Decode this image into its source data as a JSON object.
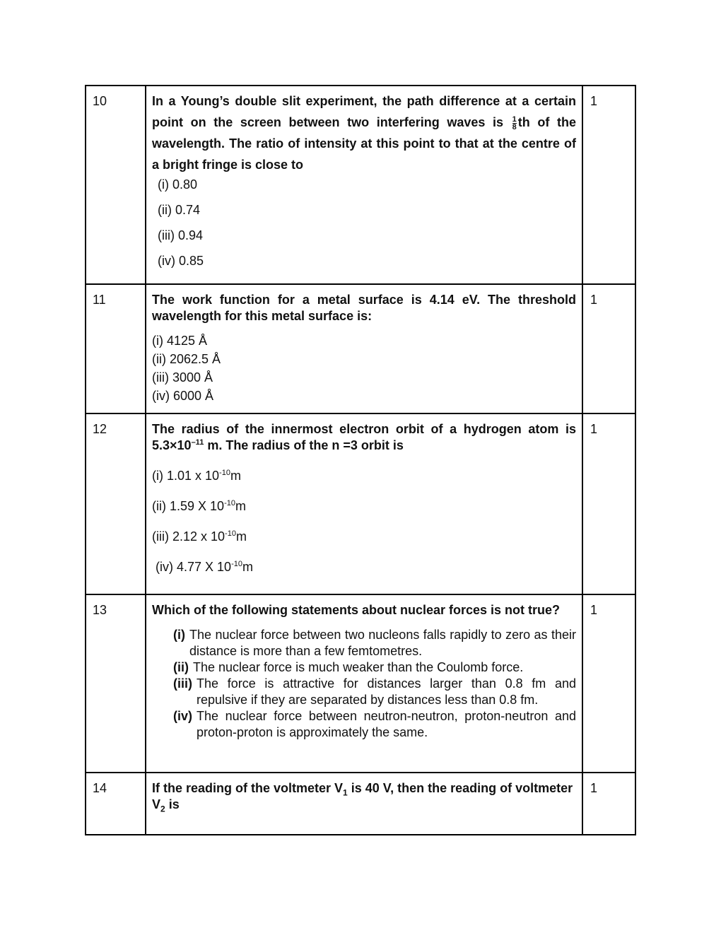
{
  "questions": [
    {
      "number": "10",
      "marks": "1",
      "stem_a": "In a Young’s double slit experiment, the path difference at a certain point on the screen between two interfering waves is",
      "frac_num": "1",
      "frac_den": "8",
      "stem_b": "th of the wavelength. The ratio of intensity at this point to that at the centre of a bright fringe is close to",
      "options": [
        "(i)  0.80",
        "(ii)  0.74",
        "(iii)  0.94",
        "(iv)  0.85"
      ]
    },
    {
      "number": "11",
      "marks": "1",
      "stem": "The work function for a metal surface is 4.14 eV. The threshold wavelength for this metal surface is:",
      "options": [
        "(i)  4125 Å",
        "(ii)  2062.5 Å",
        "(iii)  3000 Å",
        "(iv)  6000 Å"
      ]
    },
    {
      "number": "12",
      "marks": "1",
      "stem_a": "The radius of the innermost electron orbit of a hydrogen atom is 5.3×10",
      "stem_exp": "–11",
      "stem_b": " m. The radius of the  n =3 orbit is",
      "options": [
        {
          "pre": "(i) 1.01 x 10",
          "exp": "-10",
          "post": "m"
        },
        {
          "pre": "(ii) 1.59 X 10",
          "exp": "-10",
          "post": "m"
        },
        {
          "pre": "(iii) 2.12 x 10",
          "exp": "-10",
          "post": "m"
        },
        {
          "pre": " (iv) 4.77 X 10",
          "exp": "-10",
          "post": "m"
        }
      ]
    },
    {
      "number": "13",
      "marks": "1",
      "stem": "Which of the following statements about nuclear forces is not true?",
      "options": [
        {
          "label": "(i)",
          "text": "The nuclear force between two nucleons falls rapidly to zero as their distance is more than a few femtometres."
        },
        {
          "label": "(ii)",
          "text": "The nuclear force is much weaker than the Coulomb force."
        },
        {
          "label": "(iii)",
          "text": "The force is attractive for distances larger than 0.8 fm and repulsive if they are separated by distances less than 0.8 fm."
        },
        {
          "label": "(iv)",
          "text": "The nuclear force between neutron-neutron, proton-neutron and proton-proton is approximately the same."
        }
      ]
    },
    {
      "number": "14",
      "marks": "1",
      "stem_a": "If the reading of the voltmeter V",
      "sub1": "1",
      "stem_b": " is 40 V, then  the reading of voltmeter V",
      "sub2": "2",
      "stem_c": " is"
    }
  ]
}
